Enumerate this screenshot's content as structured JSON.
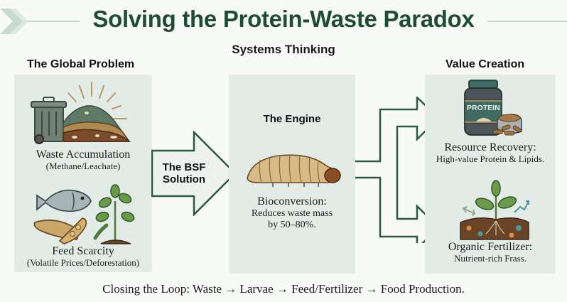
{
  "header": {
    "title": "Solving the Protein-Waste Paradox",
    "subtitle": "Systems Thinking"
  },
  "sections": {
    "problem": {
      "label": "The Global Problem",
      "items": [
        {
          "icon": "waste-bin-landfill-icon",
          "title": "Waste Accumulation",
          "detail": "(Methane/Leachate)"
        },
        {
          "icon": "fish-soy-plant-icon",
          "title": "Feed Scarcity",
          "detail": "(Volatile Prices/Deforestation)"
        }
      ]
    },
    "solution": {
      "arrow_label_line1": "The BSF",
      "arrow_label_line2": "Solution"
    },
    "engine": {
      "label": "The Engine",
      "icon": "larva-icon",
      "title": "Bioconversion:",
      "detail_line1": "Reduces waste mass",
      "detail_line2": "by 50–80%."
    },
    "value": {
      "label": "Value Creation",
      "items": [
        {
          "icon": "protein-jar-icon",
          "jar_text": "PROTEIN",
          "title": "Resource Recovery:",
          "detail": "High-value Protein & Lipids."
        },
        {
          "icon": "sprout-soil-icon",
          "title": "Organic Fertilizer:",
          "detail": "Nutrient-rich Frass."
        }
      ]
    }
  },
  "footer": {
    "text": "Closing the Loop: Waste → Larvae → Feed/Fertilizer → Food Production."
  },
  "colors": {
    "title_green": "#1f4d33",
    "arrow_stroke": "#2c5a3e",
    "panel_bg": "#e3ebe6",
    "page_bg": "#f8faf8",
    "deco_line": "#c5d6cb"
  }
}
